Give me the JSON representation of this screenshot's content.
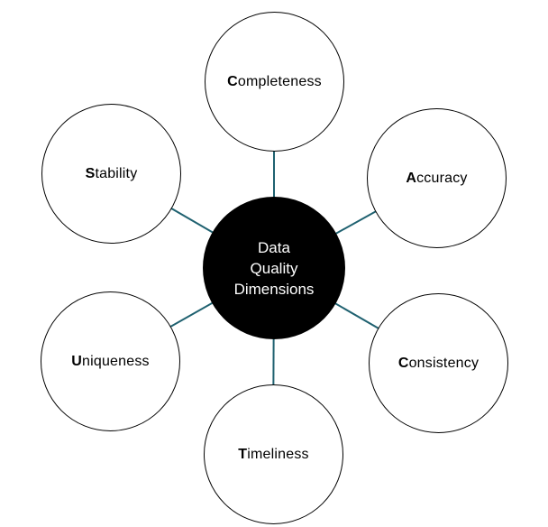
{
  "diagram": {
    "title": "Data Quality Dimensions",
    "center": {
      "lines": [
        "Data",
        "Quality",
        "Dimensions"
      ]
    },
    "nodes": [
      {
        "id": "completeness",
        "initial": "C",
        "rest": "ompleteness",
        "label": "Completeness"
      },
      {
        "id": "accuracy",
        "initial": "A",
        "rest": "ccuracy",
        "label": "Accuracy"
      },
      {
        "id": "consistency",
        "initial": "C",
        "rest": "onsistency",
        "label": "Consistency"
      },
      {
        "id": "timeliness",
        "initial": "T",
        "rest": "imeliness",
        "label": "Timeliness"
      },
      {
        "id": "uniqueness",
        "initial": "U",
        "rest": "niqueness",
        "label": "Uniqueness"
      },
      {
        "id": "stability",
        "initial": "S",
        "rest": "tability",
        "label": "Stability"
      }
    ],
    "colors": {
      "connector": "#1f6170",
      "hub_fill": "#000000",
      "hub_text": "#ffffff",
      "node_stroke": "#000000",
      "node_fill": "#ffffff"
    }
  }
}
